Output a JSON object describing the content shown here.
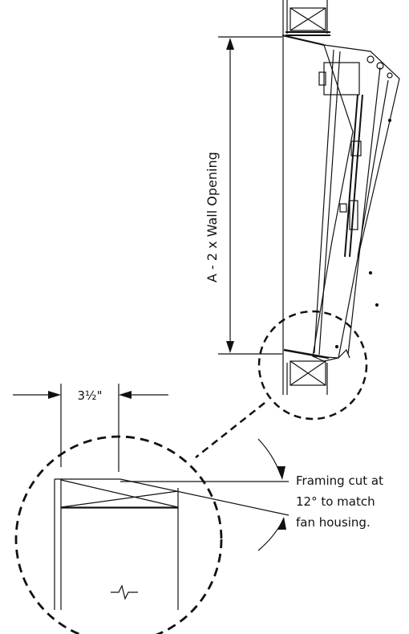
{
  "diagram": {
    "dimension_label": "A - 2 x Wall Opening",
    "stud_width_label": "3½\"",
    "note_lines": [
      "Framing cut at",
      "12° to match",
      "fan housing."
    ],
    "cut_angle_degrees": 12,
    "colors": {
      "line": "#111111",
      "background": "#ffffff"
    }
  }
}
